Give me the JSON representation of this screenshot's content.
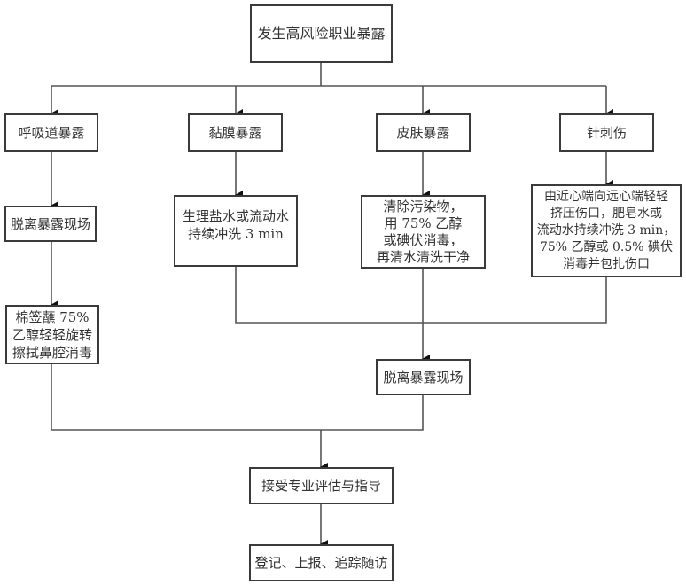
{
  "title": "发生高风险职业暴露",
  "branches": [
    {
      "label": "呼吸道暴露",
      "steps": [
        {
          "lines": [
            "脱离暴露现场"
          ]
        },
        {
          "lines": [
            "棉签蘸 75%",
            "乙醇轻轻旋转",
            "擦拭鼻腔消毒"
          ]
        }
      ]
    },
    {
      "label": "黏膜暴露",
      "steps": [
        {
          "lines": [
            "生理盐水或流动水",
            "持续冲洗 3 min"
          ]
        }
      ]
    },
    {
      "label": "皮肤暴露",
      "steps": [
        {
          "lines": [
            "清除污染物，",
            "用 75% 乙醇",
            "或碘伏消毒，",
            "再清水清洗干净"
          ]
        }
      ]
    },
    {
      "label": "针刺伤",
      "steps": [
        {
          "lines": [
            "由近心端向远心端轻轻",
            "挤压伤口，肥皂水或",
            "流动水持续冲洗 3 min，",
            "75% 乙醇或 0.5% 碘伏",
            "消毒并包扎伤口"
          ]
        }
      ]
    }
  ],
  "merge_step": "脱离暴露现场",
  "evaluation_step": "接受专业评估与指导",
  "final_step": "登记、上报、追踪随访",
  "colors": {
    "line": "#555555",
    "border": "#3a3a3a",
    "text": "#333333"
  }
}
